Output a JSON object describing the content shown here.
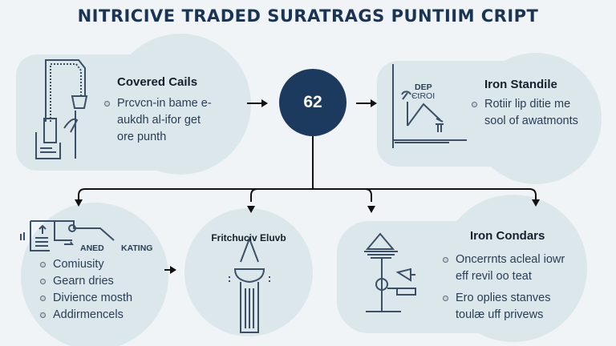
{
  "title": "NITRICIVE TRADED SURATRAGS PUNTIIM CRIPT",
  "center": {
    "value": "62"
  },
  "cards": {
    "covered_calls": {
      "heading": "Covered Cails",
      "bullets": [
        "Prcvcn-in bame e-aukdh al-ifor get ore punth"
      ]
    },
    "iron_standile": {
      "heading": "Iron Standile",
      "icon_labels": [
        "DEP",
        "ЄtROI"
      ],
      "bullets": [
        "Rotiir lip ditie me sool of awatmonts"
      ]
    },
    "community": {
      "icon_labels": [
        "ANED",
        "KATING"
      ],
      "bullets": [
        "Comiusity",
        "Gearn dries",
        "Divience mosth",
        "Addirmencels"
      ]
    },
    "fritchuciv": {
      "heading": "Fritchuciv Eluvb"
    },
    "iron_condars": {
      "heading": "Iron Condars",
      "bullets": [
        "Oncerrnts acleal iowr eff revil oo teat",
        "Ero oplies stanves toulæ uff privews"
      ]
    }
  },
  "colors": {
    "navy": "#1c3a5e",
    "card": "#dbe7eb",
    "background": "#f1f4f6"
  }
}
